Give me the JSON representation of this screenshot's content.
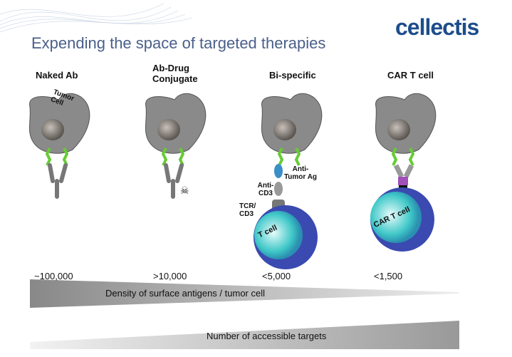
{
  "title": "Expending the space of targeted therapies",
  "logo": "cellectis",
  "columns": [
    {
      "heading": "Naked  Ab",
      "density": "~100,000"
    },
    {
      "heading": "Ab-Drug Conjugate",
      "density": ">10,000"
    },
    {
      "heading": "Bi-specific",
      "density": "<5,000"
    },
    {
      "heading": "CAR T cell",
      "density": "<1,500"
    }
  ],
  "labels": {
    "tumor_cell": "Tumor Cell",
    "anti_tumor": "Anti- Tumor Ag",
    "anti_cd3": "Anti- CD3",
    "tcr": "TCR/ CD3",
    "t_cell": "T cell",
    "car_t_cell": "CAR T cell"
  },
  "wedges": {
    "density": "Density of surface antigens / tumor cell",
    "targets": "Number of accessible targets"
  },
  "colors": {
    "title": "#4a5f8a",
    "logo": "#1e4d8c"
  }
}
